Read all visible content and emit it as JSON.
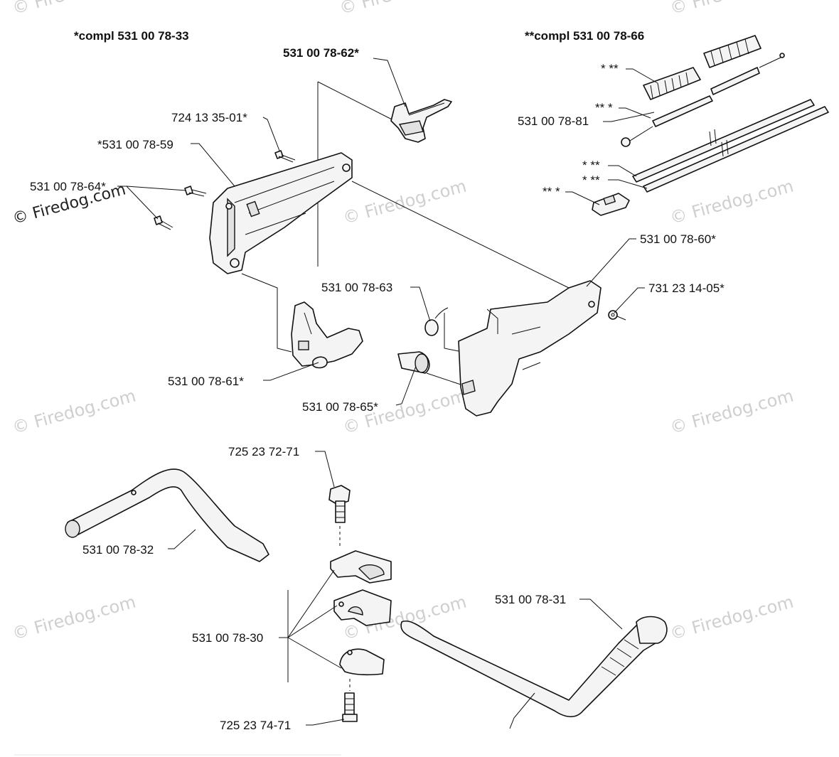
{
  "headers": {
    "left": "*compl 531 00 78-33",
    "right": "**compl 531 00 78-66"
  },
  "callouts": {
    "c62": "531 00 78-62*",
    "c724": "724 13 35-01*",
    "c59": "*531 00 78-59",
    "c64": "531 00 78-64*",
    "c_stars1": "* **",
    "c_stars2": "** *",
    "c81": "531 00 78-81",
    "c_stars3": "* **",
    "c_stars4": "* **",
    "c_stars5": "** *",
    "c60": "531 00 78-60*",
    "c63": "531 00 78-63",
    "c731": "731 23 14-05*",
    "c61": "531 00 78-61*",
    "c65": "531 00 78-65*",
    "c72571": "725 23 72-71",
    "c32": "531 00 78-32",
    "c31": "531 00 78-31",
    "c30": "531 00 78-30",
    "c72574": "725 23 74-71"
  },
  "watermark": {
    "text": "© Firedog.com"
  }
}
